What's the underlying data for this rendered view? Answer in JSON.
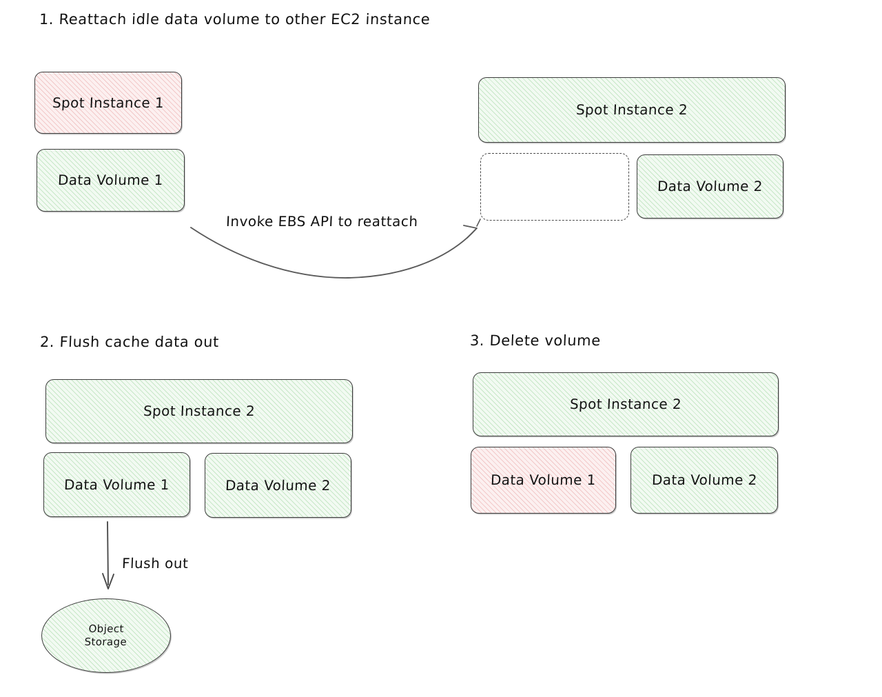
{
  "diagram": {
    "title_style": "hand-drawn sketch",
    "background_color": "#ffffff",
    "colors": {
      "green_fill": "#f2faf2",
      "green_hatch": "#8ccd8c",
      "red_fill": "#fcf0f0",
      "red_hatch": "#e28e8e",
      "stroke": "#3c3c3c",
      "text": "#141414"
    }
  },
  "sections": [
    {
      "id": "section-1",
      "title": "1. Reattach idle data volume to other EC2 instance"
    },
    {
      "id": "section-2",
      "title": "2. Flush cache data out"
    },
    {
      "id": "section-3",
      "title": "3. Delete volume"
    }
  ],
  "section1": {
    "left": {
      "instance": {
        "label": "Spot Instance 1",
        "state": "red"
      },
      "volume": {
        "label": "Data Volume 1",
        "state": "green"
      }
    },
    "right": {
      "instance": {
        "label": "Spot Instance 2",
        "state": "green"
      },
      "placeholder": {
        "label": "",
        "state": "dashed-empty"
      },
      "volume": {
        "label": "Data Volume 2",
        "state": "green"
      }
    },
    "arrow_label": "Invoke EBS API to reattach"
  },
  "section2": {
    "instance": {
      "label": "Spot Instance 2",
      "state": "green"
    },
    "volumes": [
      {
        "label": "Data Volume 1",
        "state": "green"
      },
      {
        "label": "Data Volume 2",
        "state": "green"
      }
    ],
    "arrow_label": "Flush out",
    "storage": {
      "line1": "Object",
      "line2": "Storage",
      "state": "green"
    }
  },
  "section3": {
    "instance": {
      "label": "Spot Instance 2",
      "state": "green"
    },
    "volumes": [
      {
        "label": "Data Volume 1",
        "state": "red"
      },
      {
        "label": "Data Volume 2",
        "state": "green"
      }
    ]
  }
}
